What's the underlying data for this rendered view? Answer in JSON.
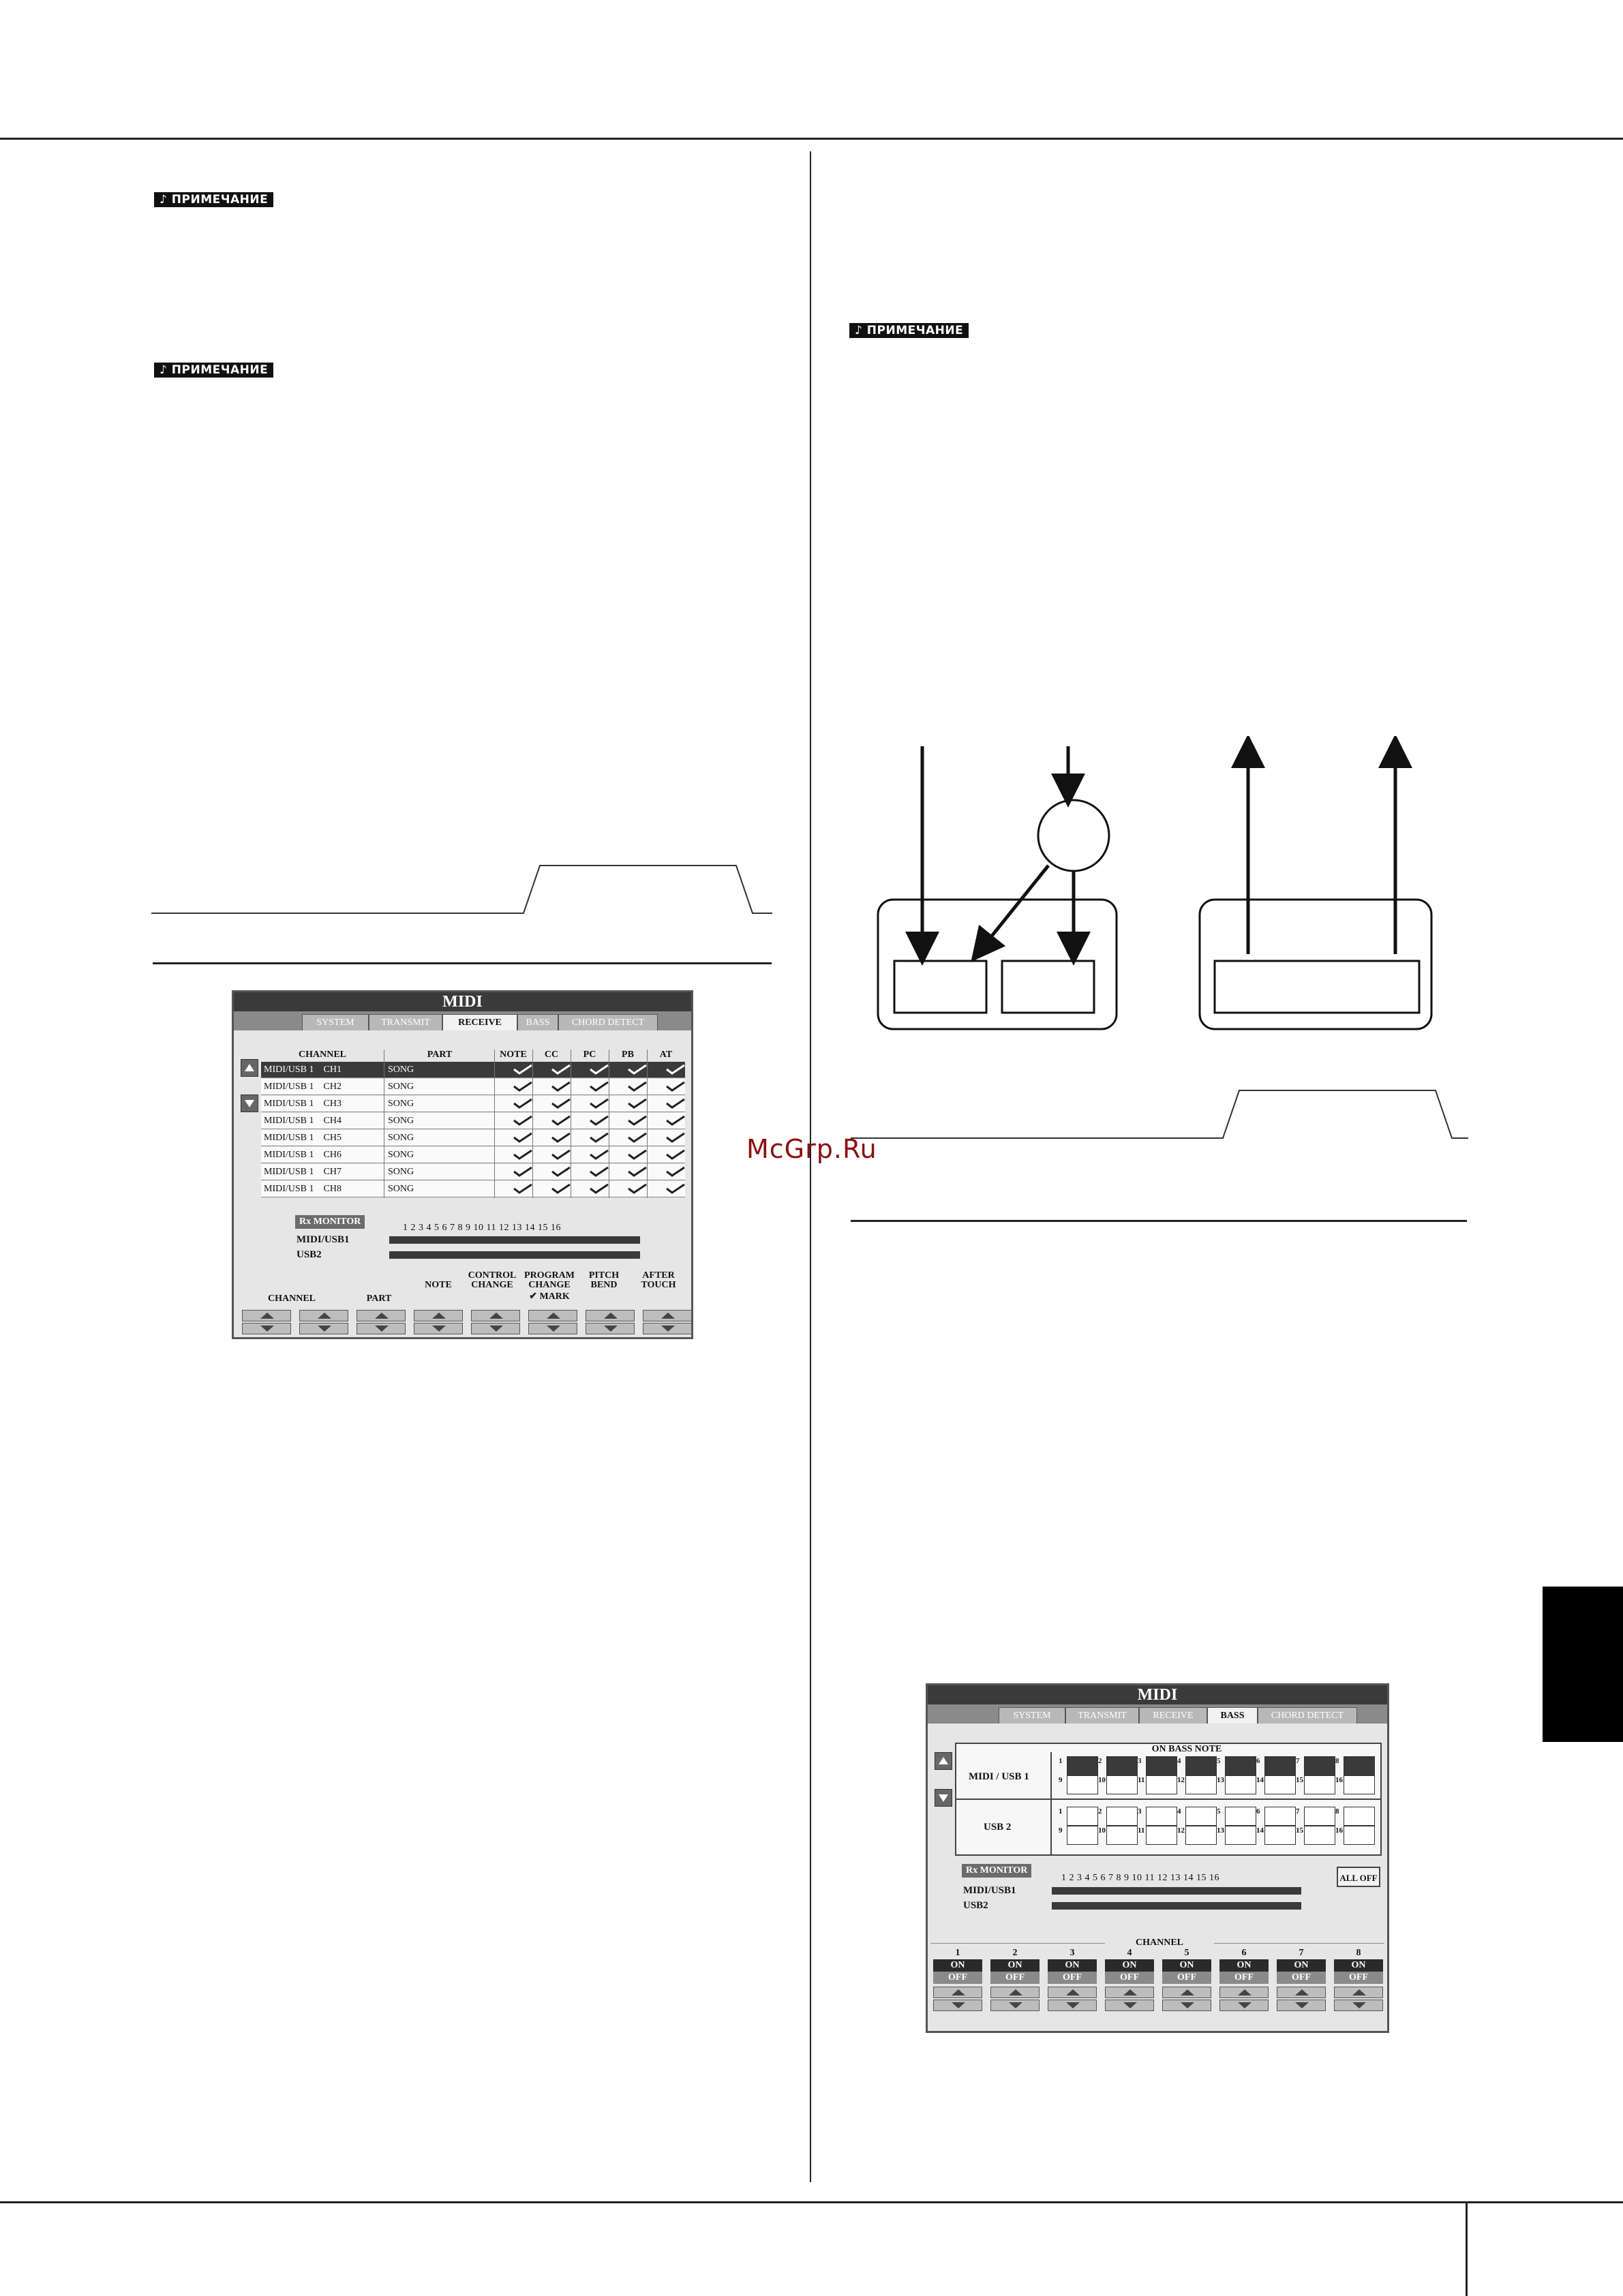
{
  "note_label": "ПРИМЕЧАНИЕ",
  "watermark": "McGrp.Ru",
  "screen1": {
    "title": "MIDI",
    "tabs": [
      "SYSTEM",
      "TRANSMIT",
      "RECEIVE",
      "BASS",
      "CHORD DETECT"
    ],
    "active_tab": "RECEIVE",
    "columns": [
      "CHANNEL",
      "PART",
      "NOTE",
      "CC",
      "PC",
      "PB",
      "AT"
    ],
    "rows": [
      {
        "channel": "MIDI/USB 1    CH1",
        "part": "SONG"
      },
      {
        "channel": "MIDI/USB 1    CH2",
        "part": "SONG"
      },
      {
        "channel": "MIDI/USB 1    CH3",
        "part": "SONG"
      },
      {
        "channel": "MIDI/USB 1    CH4",
        "part": "SONG"
      },
      {
        "channel": "MIDI/USB 1    CH5",
        "part": "SONG"
      },
      {
        "channel": "MIDI/USB 1    CH6",
        "part": "SONG"
      },
      {
        "channel": "MIDI/USB 1    CH7",
        "part": "SONG"
      },
      {
        "channel": "MIDI/USB 1    CH8",
        "part": "SONG"
      }
    ],
    "rx_monitor": "Rx MONITOR",
    "channel_numbers": "1  2  3  4  5  6  7  8  9  10 11 12 13 14 15 16",
    "monitor_rows": [
      "MIDI/USB1",
      "USB2"
    ],
    "bottom_labels": {
      "channel": "CHANNEL",
      "part": "PART",
      "note": "NOTE",
      "control_change": "CONTROL\nCHANGE",
      "program_change": "PROGRAM\nCHANGE",
      "mark": "✔ MARK",
      "pitch_bend": "PITCH\nBEND",
      "after_touch": "AFTER\nTOUCH"
    }
  },
  "screen2": {
    "title": "MIDI",
    "tabs": [
      "SYSTEM",
      "TRANSMIT",
      "RECEIVE",
      "BASS",
      "CHORD DETECT"
    ],
    "active_tab": "BASS",
    "on_bass_note": "ON BASS NOTE",
    "groups": [
      "MIDI / USB 1",
      "USB 2"
    ],
    "rx_monitor": "Rx MONITOR",
    "channel_numbers": "1  2  3  4  5  6  7  8  9  10 11 12 13 14 15 16",
    "monitor_rows": [
      "MIDI/USB1",
      "USB2"
    ],
    "all_off": "ALL OFF",
    "channel_label": "CHANNEL",
    "channels": [
      "1",
      "2",
      "3",
      "4",
      "5",
      "6",
      "7",
      "8"
    ],
    "on_label": "ON",
    "off_label": "OFF"
  }
}
